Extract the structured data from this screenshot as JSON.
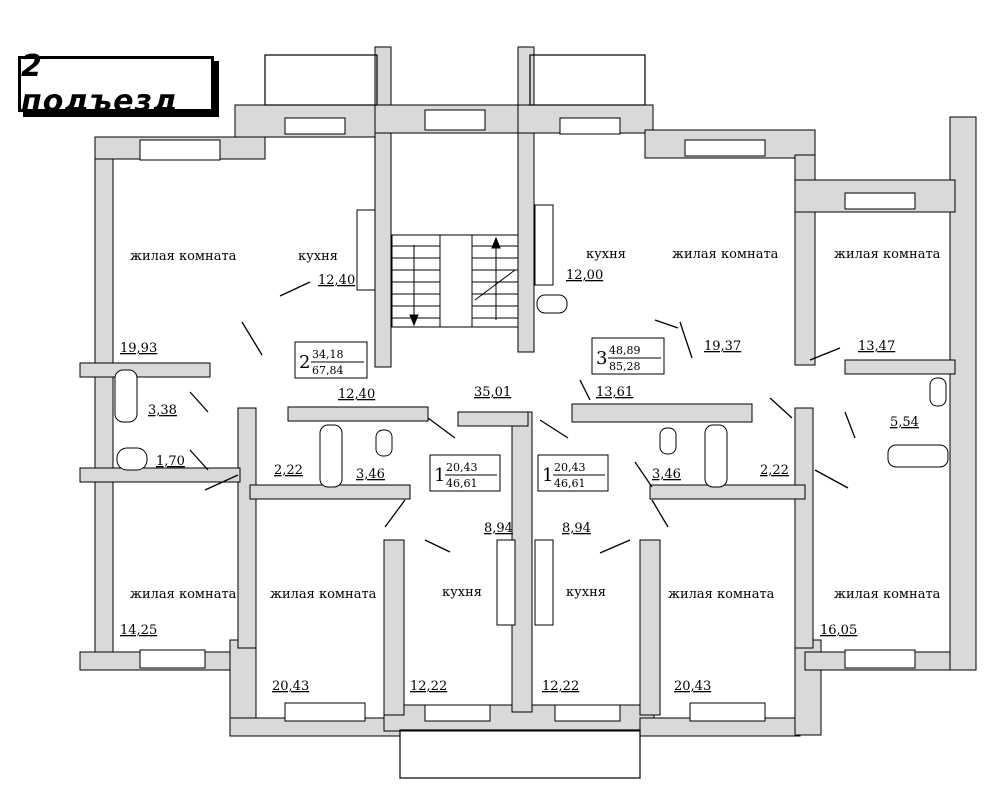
{
  "title": "2 подъезд",
  "labels": {
    "living_room": "жилая комната",
    "kitchen": "кухня"
  },
  "rooms": {
    "lr_top_left": "19,93",
    "lr_top_midright": "19,37",
    "lr_top_right": "13,47",
    "lr_bot_left": "14,25",
    "lr_bot_midleft": "20,43",
    "lr_bot_midright": "20,43",
    "lr_bot_right": "16,05",
    "kitchen_top_left": "12,40",
    "kitchen_top_right": "12,00",
    "kitchen_bot_left": "12,22",
    "kitchen_bot_right": "12,22",
    "bath_left": "3,38",
    "wc_left": "1,70",
    "bath_right": "5,54",
    "closet_left": "2,22",
    "closet_right": "2,22",
    "bath_mid_left": "3,46",
    "bath_mid_right": "3,46",
    "hall_left": "12,40",
    "hall_center": "35,01",
    "hall_right": "13,61",
    "hall_bot_left": "8,94",
    "hall_bot_right": "8,94"
  },
  "apartments": [
    {
      "rooms": "2",
      "living": "34,18",
      "total": "67,84"
    },
    {
      "rooms": "3",
      "living": "48,89",
      "total": "85,28"
    },
    {
      "rooms": "1",
      "living": "20,43",
      "total": "46,61"
    },
    {
      "rooms": "1",
      "living": "20,43",
      "total": "46,61"
    }
  ]
}
